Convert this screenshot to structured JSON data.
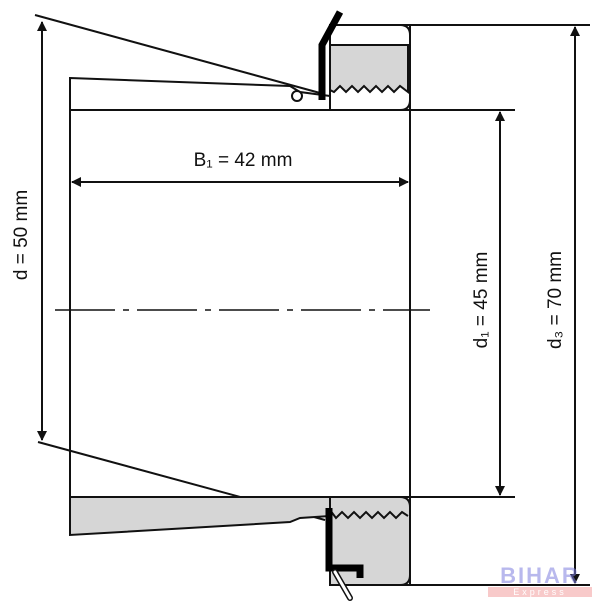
{
  "dimensions": {
    "d": "d = 50 mm",
    "b1": "B₁ = 42 mm",
    "d1": "d₁ = 45 mm",
    "d3": "d₃ = 70 mm"
  },
  "watermark": {
    "title": "BIHAR",
    "subtitle": "Express"
  },
  "colors": {
    "fill": "#d6d6d6",
    "line": "#111111"
  }
}
